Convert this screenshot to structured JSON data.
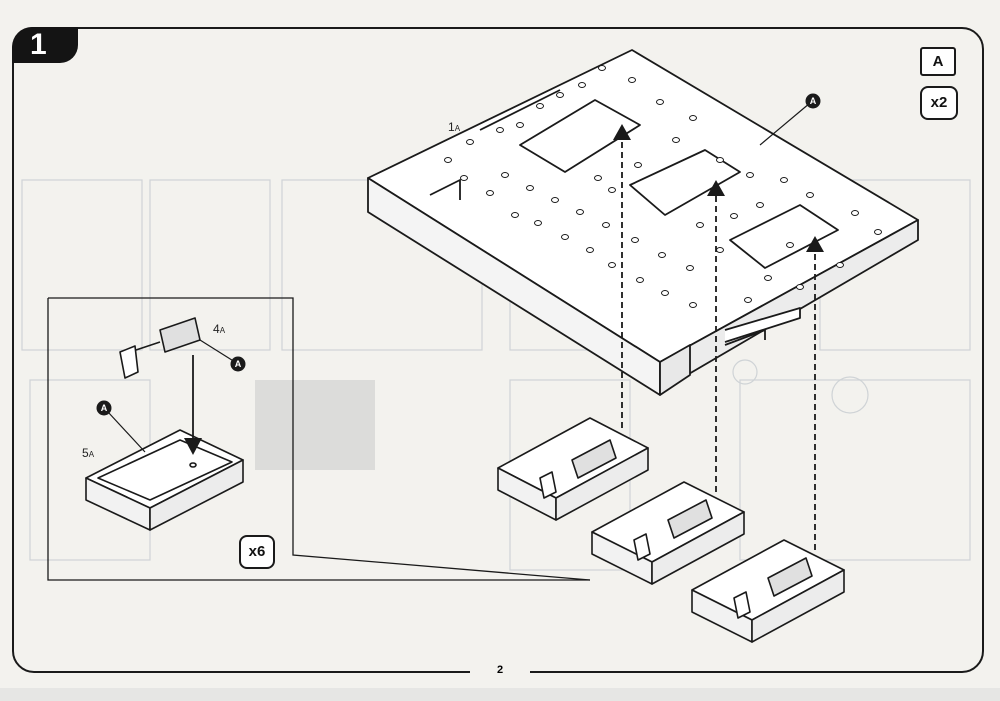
{
  "step": {
    "number": "1"
  },
  "badges": {
    "sprue": "A",
    "main_qty": "x2",
    "detail_qty": "x6"
  },
  "labels": {
    "main_part": "1",
    "main_part_sub": "A",
    "arm_part": "4",
    "arm_part_sub": "A",
    "tray_part": "5",
    "tray_part_sub": "A",
    "sprue_marker": "A"
  },
  "page": {
    "number": "2"
  },
  "colors": {
    "ink": "#1a1a1a",
    "paper": "#f3f2ee",
    "ghost": "#cfd3d6"
  }
}
